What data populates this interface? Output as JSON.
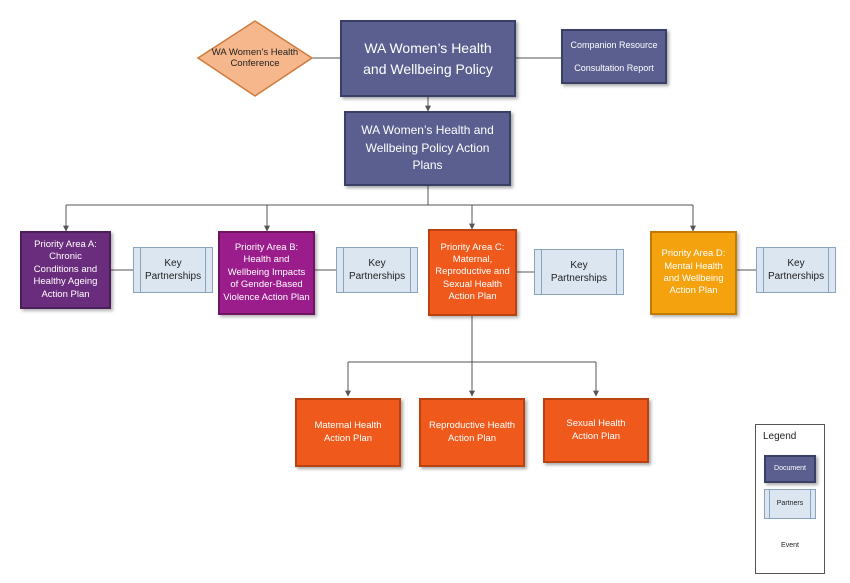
{
  "diagram": {
    "main_policy": "WA Women’s Health and Wellbeing Policy",
    "action_plans": "WA Women’s Health and Wellbeing Policy Action Plans",
    "conference": "WA Women’s Health Conference",
    "companion_resource": "Companion Resource",
    "consultation_report": "Consultation Report",
    "priority_a": "Priority Area A: Chronic Conditions and Healthy Ageing Action Plan",
    "priority_b": "Priority Area B: Health and Wellbeing Impacts of Gender-Based Violence Action Plan",
    "priority_c": "Priority Area C: Maternal, Reproductive and Sexual Health Action Plan",
    "priority_d": "Priority Area D: Mental Health and Wellbeing Action Plan",
    "key_partnerships": "Key Partnerships",
    "maternal_plan": "Maternal Health Action Plan",
    "reproductive_plan": "Reproductive Health Action Plan",
    "sexual_plan": "Sexual Health Action Plan"
  },
  "legend": {
    "title": "Legend",
    "document": "Document",
    "partners": "Partners",
    "event": "Event"
  },
  "colors": {
    "document": "#5a5f8f",
    "priority_a": "#6a2c7c",
    "priority_b": "#9b1d8c",
    "priority_c": "#ef5a1c",
    "priority_d": "#f5a20f",
    "partners": "#dce6f1",
    "event": "#f5b78b"
  }
}
